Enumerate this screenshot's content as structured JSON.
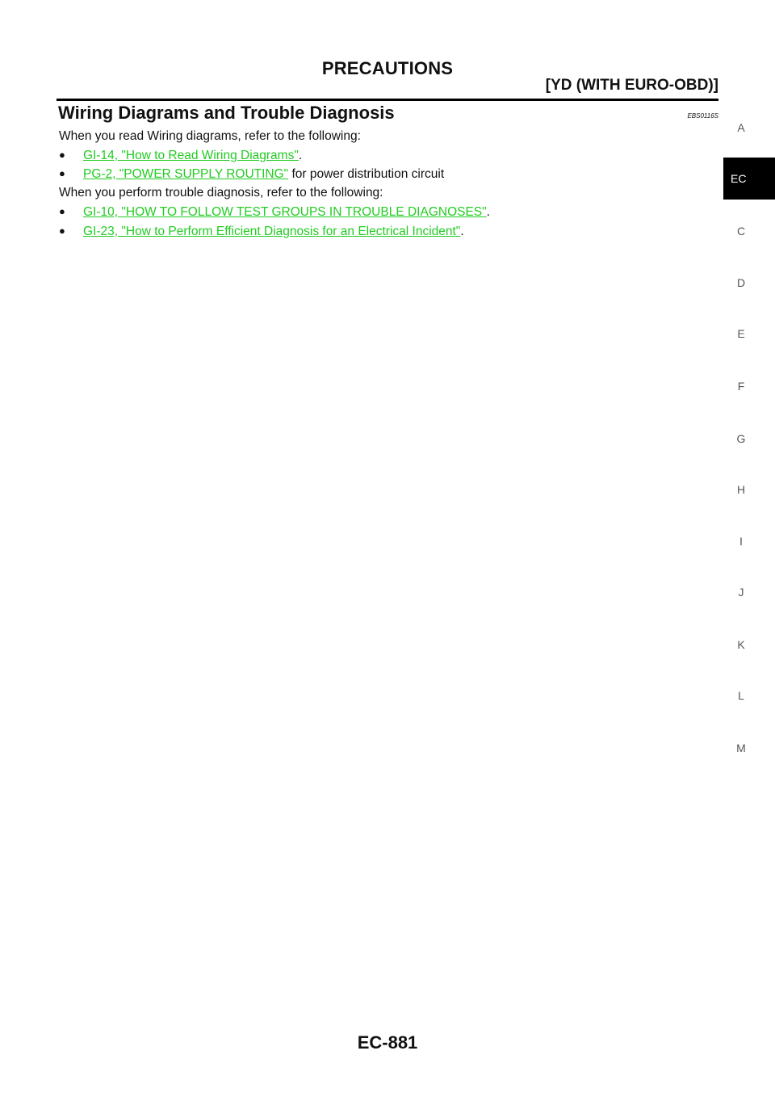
{
  "header": {
    "title": "PRECAUTIONS",
    "subtitle": "[YD (WITH EURO-OBD)]"
  },
  "section": {
    "title": "Wiring Diagrams and Trouble Diagnosis",
    "code": "EBS0116S"
  },
  "content": {
    "intro_read": "When you read Wiring diagrams, refer to the following:",
    "read_items": [
      {
        "link": "GI-14, \"How to Read Wiring Diagrams\"",
        "suffix": "."
      },
      {
        "link": "PG-2, \"POWER SUPPLY ROUTING\"",
        "suffix": " for power distribution circuit"
      }
    ],
    "intro_diag": "When you perform trouble diagnosis, refer to the following:",
    "diag_items": [
      {
        "link": "GI-10, \"HOW TO FOLLOW TEST GROUPS IN TROUBLE DIAGNOSES\"",
        "suffix": "."
      },
      {
        "link": "GI-23, \"How to Perform Efficient Diagnosis for an Electrical Incident\"",
        "suffix": "."
      }
    ],
    "bullet_symbol": "●"
  },
  "side_index": {
    "letters": [
      "A",
      "EC",
      "C",
      "D",
      "E",
      "F",
      "G",
      "H",
      "I",
      "J",
      "K",
      "L",
      "M"
    ],
    "active": "EC"
  },
  "footer": {
    "page_number": "EC-881"
  },
  "colors": {
    "link": "#22cc22",
    "index_active_bg": "#000000"
  }
}
